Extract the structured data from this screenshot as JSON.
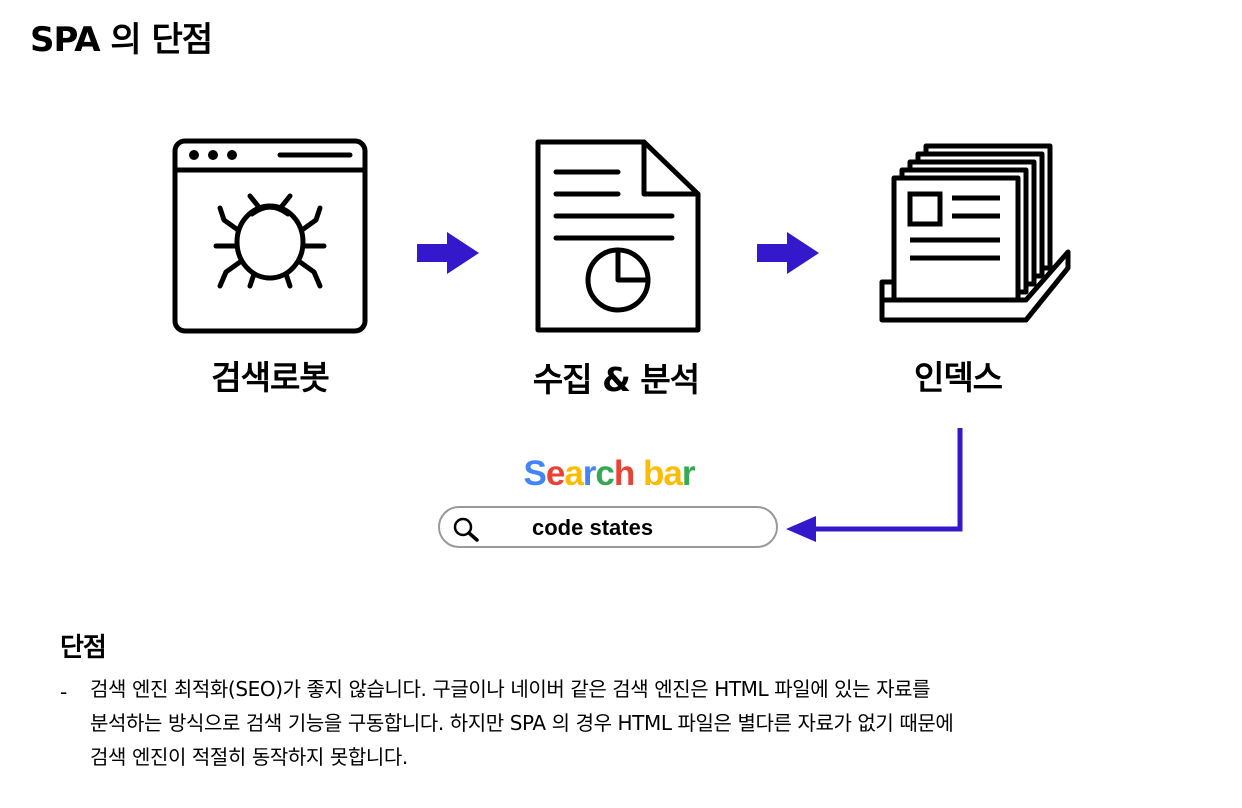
{
  "title": "SPA 의 단점",
  "flow": {
    "steps": [
      {
        "label": "검색로봇",
        "icon": "browser-bug-icon"
      },
      {
        "label": "수집 & 분석",
        "icon": "document-chart-icon"
      },
      {
        "label": "인덱스",
        "icon": "file-index-icon"
      }
    ],
    "arrow_color": "#3318cc",
    "arrow_icon": "right-arrow-icon"
  },
  "search": {
    "title_letters": [
      {
        "ch": "S",
        "color": "#4285F4"
      },
      {
        "ch": "e",
        "color": "#EA4335"
      },
      {
        "ch": "a",
        "color": "#FBBC05"
      },
      {
        "ch": "r",
        "color": "#4285F4"
      },
      {
        "ch": "c",
        "color": "#34A853"
      },
      {
        "ch": "h",
        "color": "#EA4335"
      },
      {
        "ch": " ",
        "color": "#000000"
      },
      {
        "ch": "b",
        "color": "#FBBC05"
      },
      {
        "ch": "a",
        "color": "#FBBC05"
      },
      {
        "ch": "r",
        "color": "#34A853"
      }
    ],
    "value": "code states",
    "icon": "magnifier-icon"
  },
  "cons": {
    "heading": "단점",
    "bullet": "-",
    "lines": [
      "검색 엔진 최적화(SEO)가 좋지 않습니다. 구글이나 네이버 같은 검색 엔진은 HTML 파일에 있는 자료를",
      "분석하는 방식으로 검색 기능을 구동합니다. 하지만 SPA 의 경우 HTML 파일은 별다른 자료가 없기 때문에",
      "검색 엔진이 적절히 동작하지 못합니다."
    ]
  }
}
